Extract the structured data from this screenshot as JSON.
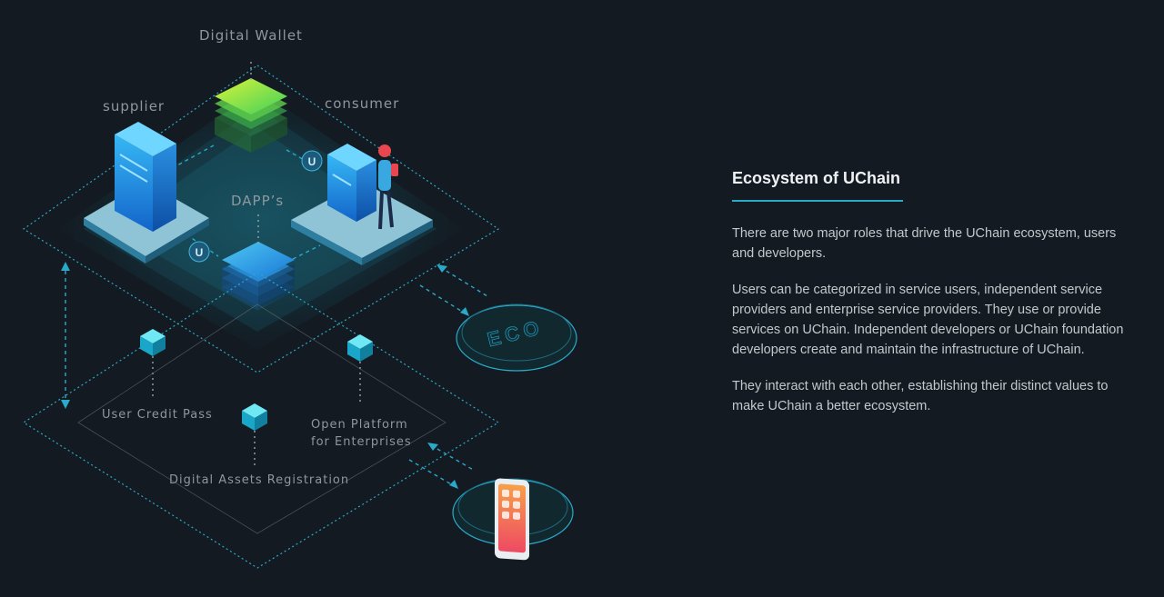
{
  "diagram": {
    "labels": {
      "digital_wallet": "Digital Wallet",
      "supplier": "supplier",
      "consumer": "consumer",
      "dapps": "DAPP’s",
      "user_credit_pass": "User Credit Pass",
      "open_platform_line1": "Open Platform",
      "open_platform_line2": "for Enterprises",
      "digital_assets_registration": "Digital Assets Registration",
      "eco": "ECO",
      "u_badge": "U"
    },
    "colors": {
      "accent": "#2aa9c9",
      "background": "#141a21",
      "label": "#8e979e",
      "wallet_green": "#8ee63a",
      "server_blue": "#1e9be6"
    }
  },
  "content": {
    "title": "Ecosystem of UChain",
    "paragraphs": [
      "There are two major roles that drive the UChain ecosystem, users and developers.",
      "Users can be categorized in service users, independent service providers and enterprise service providers. They use or provide services on UChain. Independent developers or UChain foundation developers create and maintain the infrastructure of UChain.",
      "They interact with each other, establishing their distinct values to make UChain a better ecosystem."
    ]
  }
}
